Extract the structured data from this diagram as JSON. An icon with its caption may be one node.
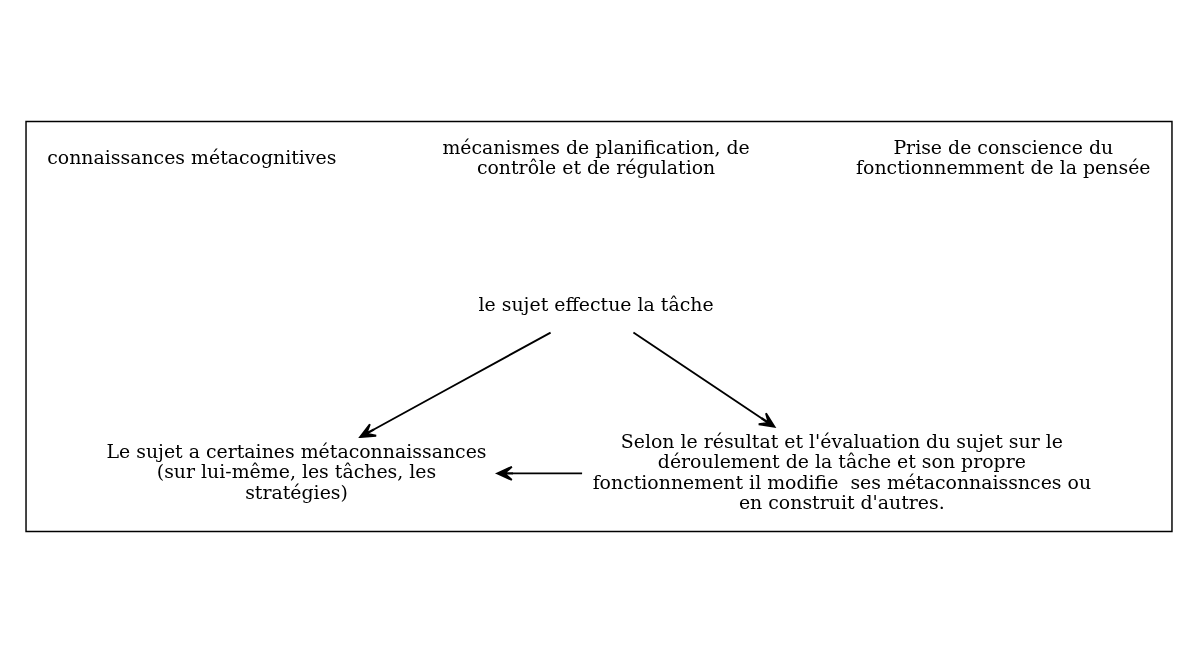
{
  "diagram": {
    "nodes": [
      {
        "text": [],
        "shape": "box"
      },
      {
        "text": [
          "le sujet effectue la tâche"
        ],
        "in": 0
      },
      {
        "text": [
          "Le sujet a certaines métaconnaissances (sur lui-même, les tâches, les stratégies)"
        ],
        "in": 0
      },
      {
        "text": [
          "Selon le résultat et l'évaluation du sujet sur le déroulement de la tâche et son propre fonctionnement il modifie  ses métaconnaissnces ou en construit d'autres."
        ],
        "in": 0
      }
    ],
    "edges": [
      {
        "from": 1,
        "to": 2,
        "arrow": "to"
      },
      {
        "from": 1,
        "to": 3,
        "arrow": "to"
      },
      {
        "from": 3,
        "to": 2,
        "arrow": "to"
      }
    ],
    "labels": [
      "connaissances métacognitives",
      "mécanismes de planification, de contrôle et de régulation",
      "Prise de conscience du fonctionnemment de la pensée"
    ]
  }
}
